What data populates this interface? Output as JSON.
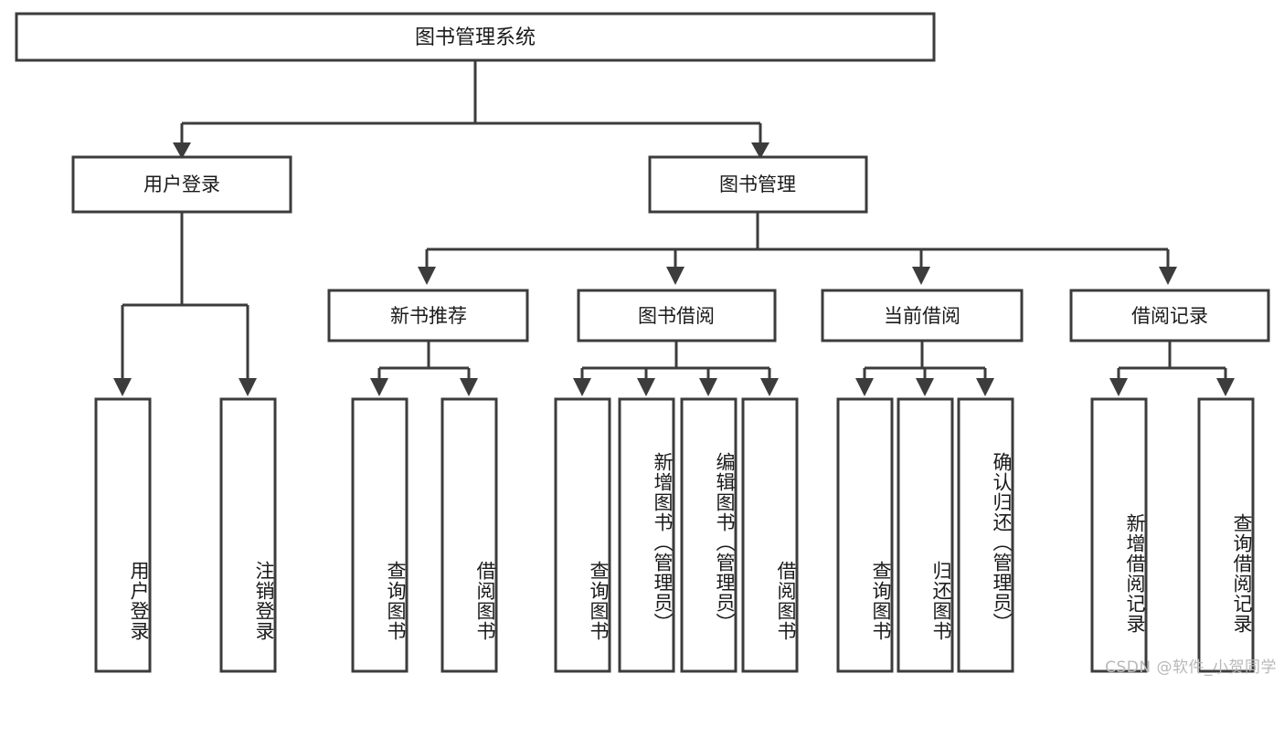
{
  "diagram": {
    "type": "tree-hierarchy",
    "title": "图书管理系统",
    "root": {
      "id": "root",
      "label": "图书管理系统",
      "orientation": "horizontal"
    },
    "level2": [
      {
        "id": "user-login",
        "label": "用户登录",
        "orientation": "horizontal"
      },
      {
        "id": "book-manage",
        "label": "图书管理",
        "orientation": "horizontal"
      }
    ],
    "level3": [
      {
        "id": "new-book-rec",
        "label": "新书推荐",
        "parent": "book-manage",
        "orientation": "horizontal"
      },
      {
        "id": "book-borrow",
        "label": "图书借阅",
        "parent": "book-manage",
        "orientation": "horizontal"
      },
      {
        "id": "current-borrow",
        "label": "当前借阅",
        "parent": "book-manage",
        "orientation": "horizontal"
      },
      {
        "id": "borrow-record",
        "label": "借阅记录",
        "parent": "book-manage",
        "orientation": "horizontal"
      }
    ],
    "leaves": [
      {
        "id": "leaf-user-login",
        "label": "用户登录",
        "parent": "user-login",
        "orientation": "vertical"
      },
      {
        "id": "leaf-logout-login",
        "label": "注销登录",
        "parent": "user-login",
        "orientation": "vertical"
      },
      {
        "id": "leaf-query-book-1",
        "label": "查询图书",
        "parent": "new-book-rec",
        "orientation": "vertical"
      },
      {
        "id": "leaf-borrow-book-1",
        "label": "借阅图书",
        "parent": "new-book-rec",
        "orientation": "vertical"
      },
      {
        "id": "leaf-query-book-2",
        "label": "查询图书",
        "parent": "book-borrow",
        "orientation": "vertical"
      },
      {
        "id": "leaf-add-book",
        "label": "新增图书（管理员）",
        "parent": "book-borrow",
        "orientation": "vertical"
      },
      {
        "id": "leaf-edit-book",
        "label": "编辑图书（管理员）",
        "parent": "book-borrow",
        "orientation": "vertical"
      },
      {
        "id": "leaf-borrow-book-2",
        "label": "借阅图书",
        "parent": "book-borrow",
        "orientation": "vertical"
      },
      {
        "id": "leaf-query-book-3",
        "label": "查询图书",
        "parent": "current-borrow",
        "orientation": "vertical"
      },
      {
        "id": "leaf-return-book",
        "label": "归还图书",
        "parent": "current-borrow",
        "orientation": "vertical"
      },
      {
        "id": "leaf-confirm-return",
        "label": "确认归还（管理员）",
        "parent": "current-borrow",
        "orientation": "vertical"
      },
      {
        "id": "leaf-add-record",
        "label": "新增借阅记录",
        "parent": "borrow-record",
        "orientation": "vertical"
      },
      {
        "id": "leaf-query-record",
        "label": "查询借阅记录",
        "parent": "borrow-record",
        "orientation": "vertical"
      }
    ],
    "colors": {
      "stroke": "#3c3c3c",
      "fill": "#ffffff",
      "text": "#1a1a1a",
      "background": "#ffffff",
      "watermark": "#b8b8b8"
    }
  },
  "watermark": {
    "text": "CSDN @软件_小贺同学"
  }
}
